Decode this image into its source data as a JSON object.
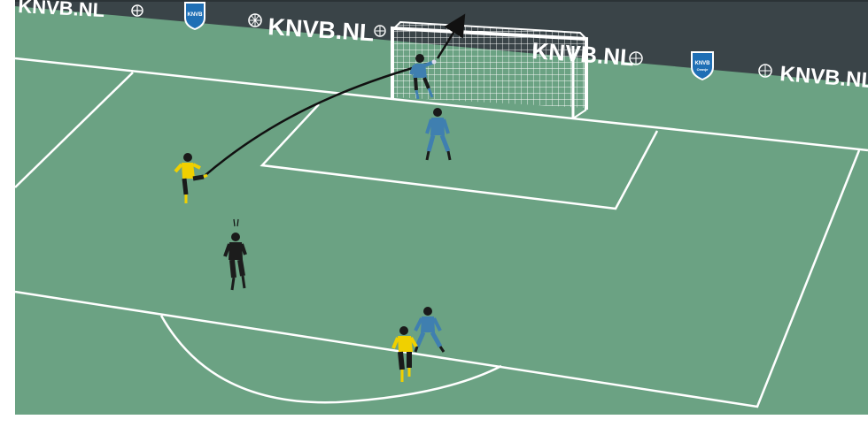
{
  "board": {
    "brand": "KNVB.NL",
    "logo_label": "KNVB",
    "logo_sub": "Oranje",
    "crest_icon": "knvb-lion-crest",
    "shield_icon": "knvb-shield"
  },
  "players": [
    {
      "team": "attacker",
      "role": "shooting-attacker"
    },
    {
      "team": "attacker",
      "role": "dribbling-attacker"
    },
    {
      "team": "defender",
      "role": "goalkeeper"
    },
    {
      "team": "defender",
      "role": "central-defender"
    },
    {
      "team": "defender",
      "role": "marking-defender"
    },
    {
      "team": "referee",
      "role": "referee"
    }
  ],
  "colors": {
    "pitch": "#6ba283",
    "boards": "#3a4448",
    "attacker_shirt": "#f0d000",
    "defender_shirt": "#3f7fb0",
    "referee": "#1c1c1c",
    "lines": "#ffffff"
  },
  "trajectory": "curved shot over goalkeeper into the net"
}
